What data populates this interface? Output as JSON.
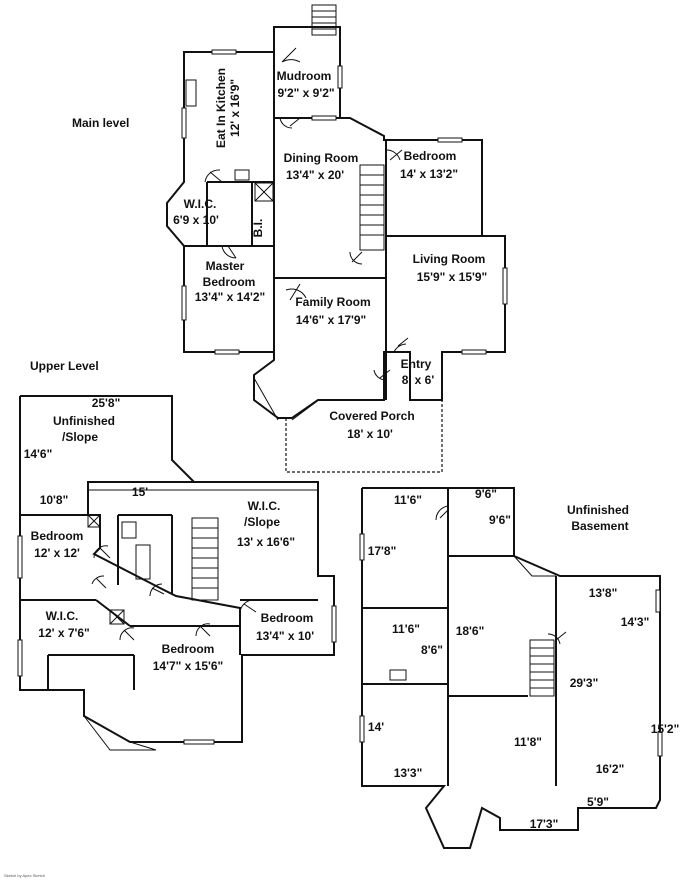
{
  "sections": {
    "main": "Main level",
    "upper": "Upper Level",
    "basement_1": "Unfinished",
    "basement_2": "Basement"
  },
  "main_rooms": {
    "kitchen_name": "Eat In Kitchen",
    "kitchen_dim": "12' x 16'9\"",
    "mudroom_name": "Mudroom",
    "mudroom_dim": "9'2\" x 9'2\"",
    "dining_name": "Dining Room",
    "dining_dim": "13'4\" x 20'",
    "bedroom_name": "Bedroom",
    "bedroom_dim": "14' x 13'2\"",
    "wic_name": "W.I.C.",
    "wic_dim": "6'9 x 10'",
    "bi": "B.I.",
    "master_1": "Master",
    "master_2": "Bedroom",
    "master_dim": "13'4\" x 14'2\"",
    "living_name": "Living Room",
    "living_dim": "15'9\" x 15'9\"",
    "family_name": "Family Room",
    "family_dim": "14'6\" x 17'9\"",
    "entry_name": "Entry",
    "entry_dim": "8' x 6'",
    "porch_name": "Covered Porch",
    "porch_dim": "18' x 10'"
  },
  "upper_rooms": {
    "top_dim": "25'8\"",
    "unfinished_1": "Unfinished",
    "unfinished_2": "/Slope",
    "side_dim": "14'6\"",
    "dim_10_8": "10'8\"",
    "dim_15": "15'",
    "wic_slope_1": "W.I.C.",
    "wic_slope_2": "/Slope",
    "wic_slope_dim": "13' x 16'6\"",
    "bed1_name": "Bedroom",
    "bed1_dim": "12' x 12'",
    "bed2_name": "Bedroom",
    "bed2_dim": "13'4\" x 10'",
    "wic_name": "W.I.C.",
    "wic_dim": "12' x 7'6\"",
    "bed3_name": "Bedroom",
    "bed3_dim": "14'7\" x 15'6\""
  },
  "basement_dims": {
    "d11_6a": "11'6\"",
    "d9_6a": "9'6\"",
    "d9_6b": "9'6\"",
    "d17_8": "17'8\"",
    "d13_8": "13'8\"",
    "d14_3": "14'3\"",
    "d11_6b": "11'6\"",
    "d18_6": "18'6\"",
    "d8_6": "8'6\"",
    "d29_3": "29'3\"",
    "d14": "14'",
    "d11_8": "11'8\"",
    "d15_2": "15'2\"",
    "d13_3": "13'3\"",
    "d16_2": "16'2\"",
    "d5_9": "5'9\"",
    "d17_3": "17'3\""
  },
  "footer": {
    "credit": "Sketch by Apex Sketch"
  }
}
